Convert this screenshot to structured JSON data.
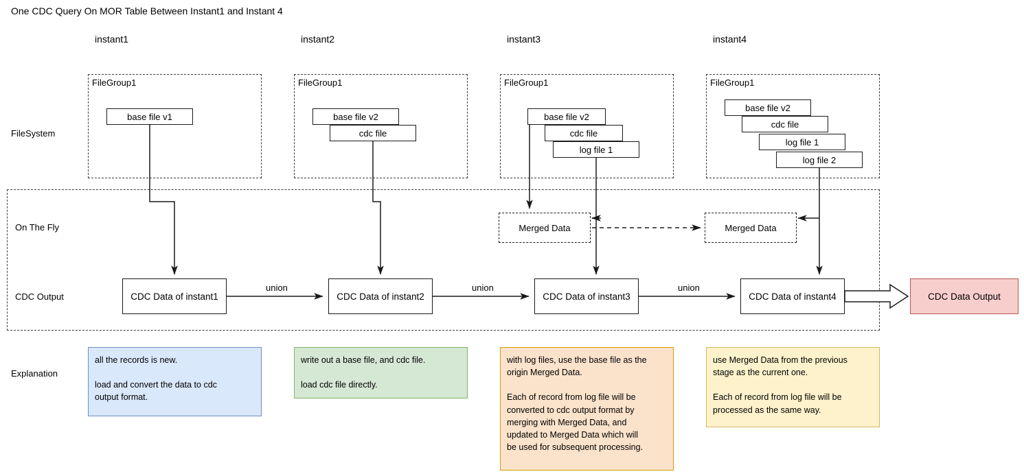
{
  "title": "One CDC Query On MOR Table Between Instant1 and Instant 4",
  "column_headers": [
    {
      "label": "instant1"
    },
    {
      "label": "instant2"
    },
    {
      "label": "instant3"
    },
    {
      "label": "instant4"
    }
  ],
  "row_labels": {
    "filesystem": "FileSystem",
    "on_the_fly": "On The Fly",
    "cdc_output": "CDC Output",
    "explanation": "Explanation"
  },
  "filegroups": [
    {
      "label": "FileGroup1",
      "files": [
        {
          "name": "base file v1"
        }
      ]
    },
    {
      "label": "FileGroup1",
      "files": [
        {
          "name": "base file v2"
        },
        {
          "name": "cdc file"
        }
      ]
    },
    {
      "label": "FileGroup1",
      "files": [
        {
          "name": "base file v2"
        },
        {
          "name": "cdc file"
        },
        {
          "name": "log file 1"
        }
      ]
    },
    {
      "label": "FileGroup1",
      "files": [
        {
          "name": "base file v2"
        },
        {
          "name": "cdc file"
        },
        {
          "name": "log file 1"
        },
        {
          "name": "log file 2"
        }
      ]
    }
  ],
  "merged_data": [
    {
      "label": "Merged Data"
    },
    {
      "label": "Merged Data"
    }
  ],
  "cdc_nodes": [
    {
      "label": "CDC Data of instant1"
    },
    {
      "label": "CDC Data of instant2"
    },
    {
      "label": "CDC Data of instant3"
    },
    {
      "label": "CDC Data of instant4"
    }
  ],
  "union_labels": [
    "union",
    "union",
    "union"
  ],
  "final_output": {
    "label": "CDC Data Output"
  },
  "explanations": [
    {
      "text": "all the records is new.\n\nload and convert the data to cdc\noutput format.",
      "bg": "#dae8fc",
      "border": "#6c8ebf"
    },
    {
      "text": "write out a base file, and cdc file.\n\nload cdc file directly.",
      "bg": "#d5e8d4",
      "border": "#82b366"
    },
    {
      "text": "with log files, use the base file as the\norigin Merged Data.\n\nEach of record from log file will be\nconverted to cdc output format by\nmerging with Merged Data, and\nupdated to Merged Data which will\nbe used for subsequent processing.",
      "bg": "#fae2cb",
      "border": "#d79b00"
    },
    {
      "text": "use Merged Data from the previous\nstage as the current one.\n\nEach of record from log file will be\nprocessed as the same way.",
      "bg": "#fdf2cc",
      "border": "#d6b656"
    }
  ],
  "colors": {
    "output_bg": "#f8cecc",
    "output_border": "#b85450",
    "line": "#1a1a1a",
    "dashed": "#3b3b3b"
  }
}
